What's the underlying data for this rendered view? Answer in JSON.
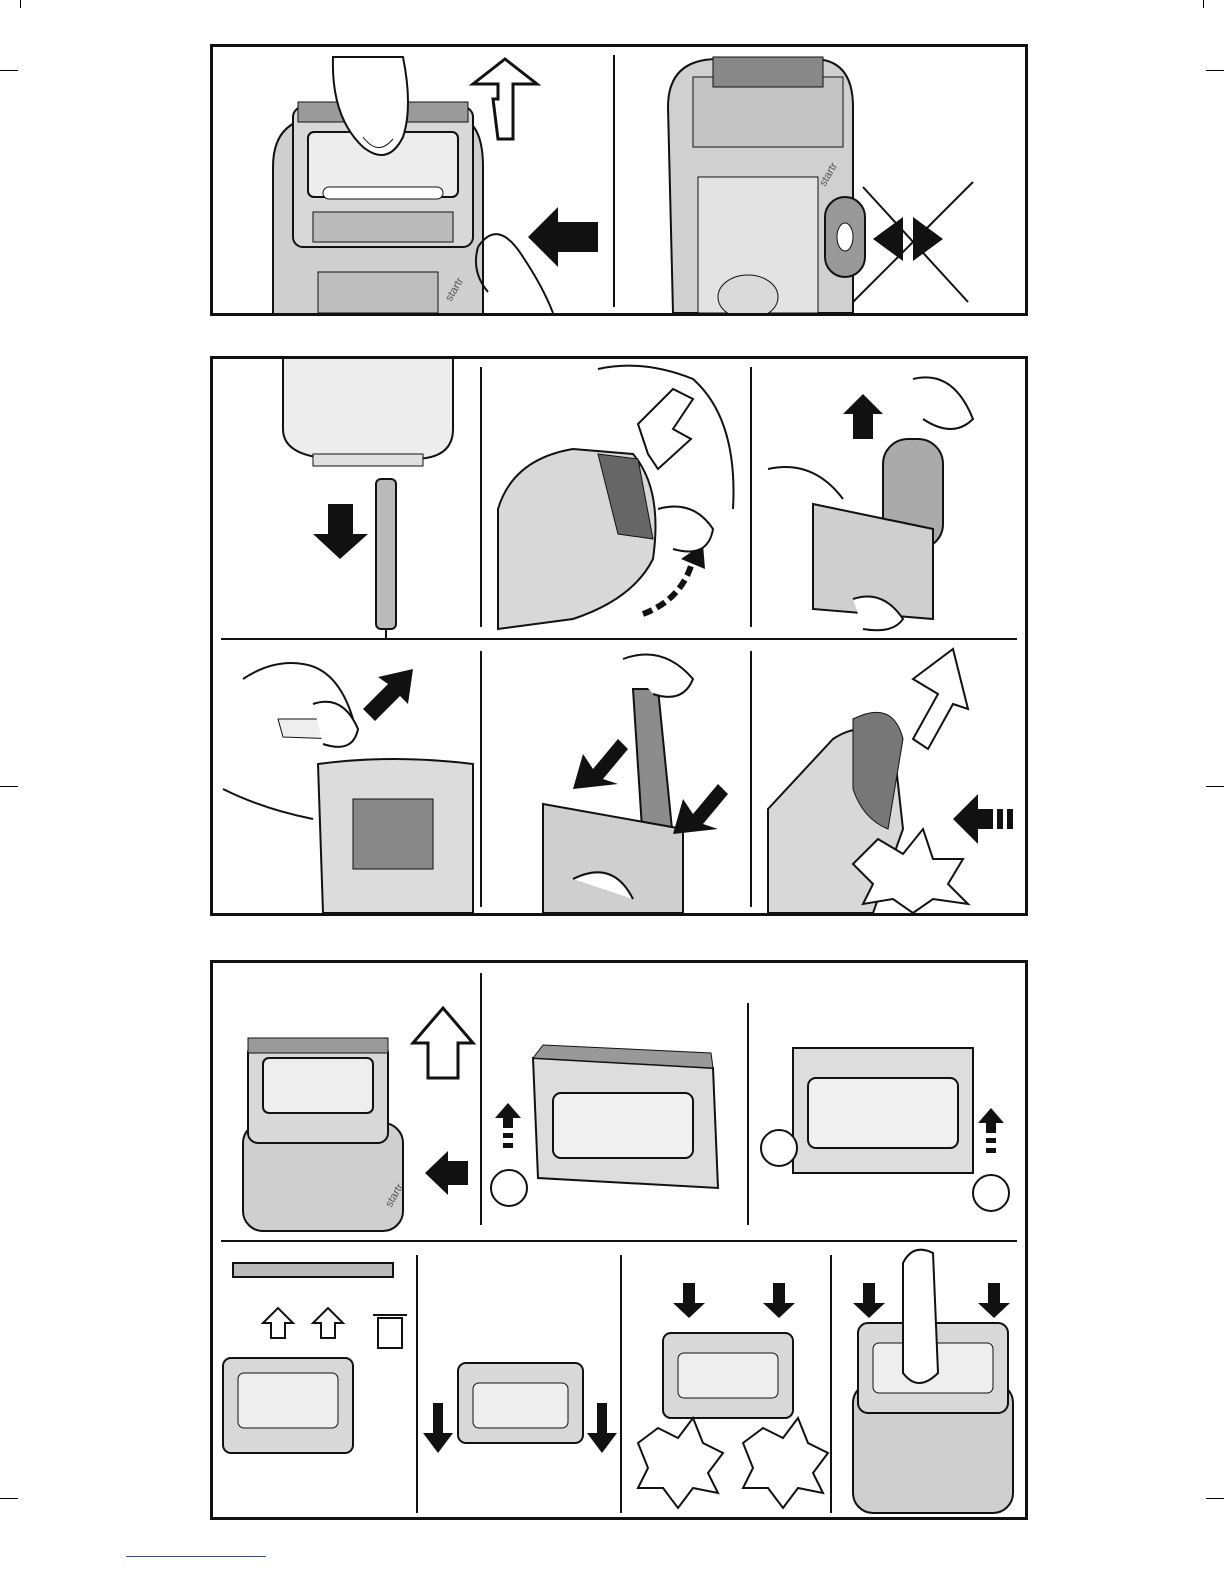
{
  "document": {
    "type": "instruction-illustrations",
    "figures": [
      {
        "id": "fig-1",
        "steps": 2
      },
      {
        "id": "fig-2",
        "steps": 6
      },
      {
        "id": "fig-3",
        "steps": 7
      }
    ],
    "printed_text": {
      "shaver_imprint_1": "startr",
      "shaver_imprint_2": "startr",
      "shaver_imprint_3": "startr"
    },
    "colors": {
      "line": "#111111",
      "shaver_gray": "#c8c8c8",
      "shaver_dark": "#8a8a8a",
      "foil_light": "#e8e8e8"
    }
  }
}
